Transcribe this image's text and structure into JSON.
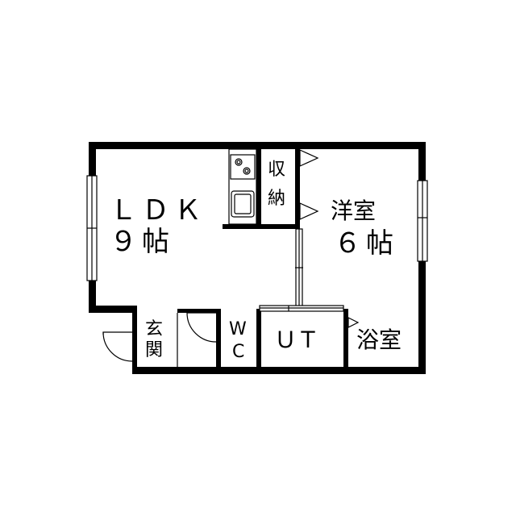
{
  "rooms": {
    "ldk": {
      "name": "ＬＤＫ",
      "size": "９帖"
    },
    "western": {
      "name": "洋室",
      "size": "６帖"
    },
    "storage": {
      "line1": "収",
      "line2": "納"
    },
    "entrance": {
      "line1": "玄",
      "line2": "関"
    },
    "wc": {
      "line1": "W",
      "line2": "C"
    },
    "utility": {
      "name": "ＵＴ"
    },
    "bath": {
      "name": "浴室"
    }
  }
}
